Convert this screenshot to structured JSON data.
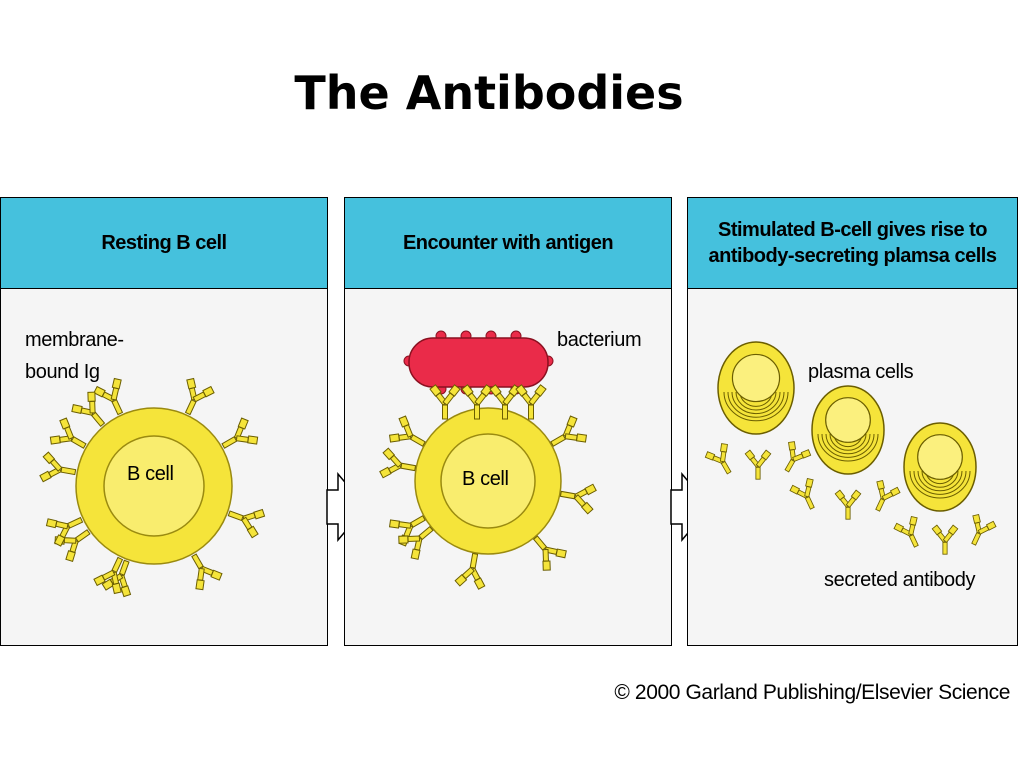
{
  "title": "The Antibodies",
  "panels": [
    {
      "header": "Resting B cell",
      "cell_label": "B cell",
      "labels": {
        "membrane_line1": "membrane-",
        "membrane_line2": "bound Ig"
      }
    },
    {
      "header": "Encounter with antigen",
      "cell_label": "B cell",
      "labels": {
        "bacterium": "bacterium"
      }
    },
    {
      "header": "Stimulated B-cell gives rise to antibody-secreting plamsa cells",
      "labels": {
        "plasma": "plasma cells",
        "secreted": "secreted antibody"
      }
    }
  ],
  "copyright": "© 2000 Garland Publishing/Elsevier Science",
  "colors": {
    "header": "#45c1dd",
    "cell": "#f5e43a",
    "bacterium": "#ea2b49",
    "panel_bg": "#f5f5f5"
  }
}
